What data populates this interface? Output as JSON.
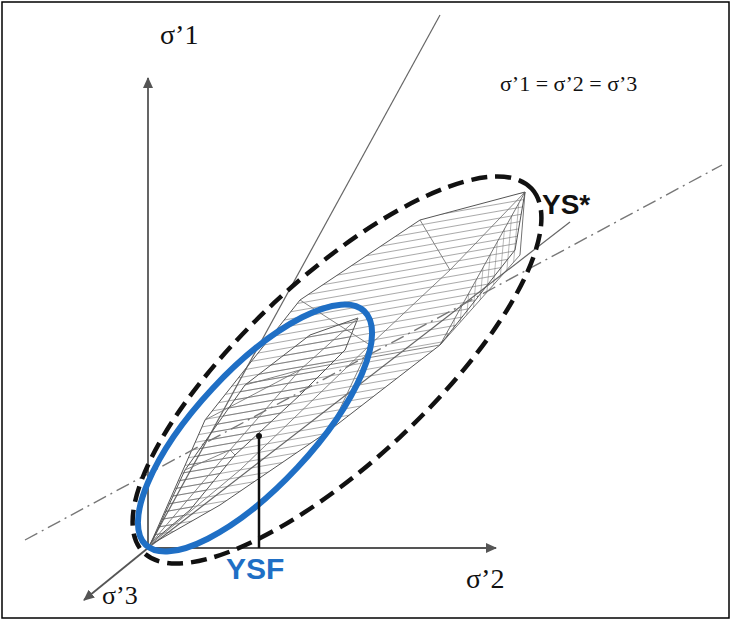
{
  "diagram": {
    "labels": [
      "σ’1",
      "σ’1 = σ’2 = σ’3",
      "YS*",
      "σ’2",
      "YSF",
      "σ’3"
    ]
  }
}
